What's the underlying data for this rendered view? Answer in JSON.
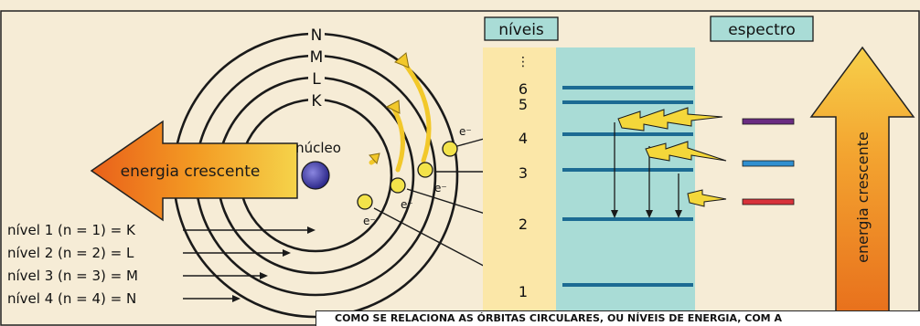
{
  "labels": {
    "shells": [
      "N",
      "M",
      "L",
      "K"
    ],
    "nucleus": "núcleo",
    "electron": "e⁻",
    "arrow_left": "energia crescente",
    "arrow_right": "energia crescente",
    "levels_header": "níveis",
    "spectrum_header": "espectro",
    "level_numbers": [
      "1",
      "2",
      "3",
      "4",
      "5",
      "6"
    ],
    "level_dots": "⋮",
    "niveis_list": [
      "nível 1 (n = 1) = K",
      "nível 2 (n = 2) = L",
      "nível 3 (n = 3) = M",
      "nível 4 (n = 4) = N"
    ]
  },
  "colors": {
    "background": "#f6ecd6",
    "orbit": "#1a1a1a",
    "arrow_orange": "#f08a1c",
    "arrow_yellow": "#fbd23a",
    "energy_column": "#fbe7a8",
    "level_panel": "#a9dcd6",
    "level_line": "#1c6b93",
    "electron": "#f3e34a",
    "nucleus": "#3b37a0",
    "spectrum_purple": "#6a2c82",
    "spectrum_blue": "#2f8fd0",
    "spectrum_red": "#d8323a"
  },
  "caption": "COMO SE RELACIONA AS ÓRBITAS CIRCULARES, OU NÍVEIS DE ENERGIA, COM A"
}
